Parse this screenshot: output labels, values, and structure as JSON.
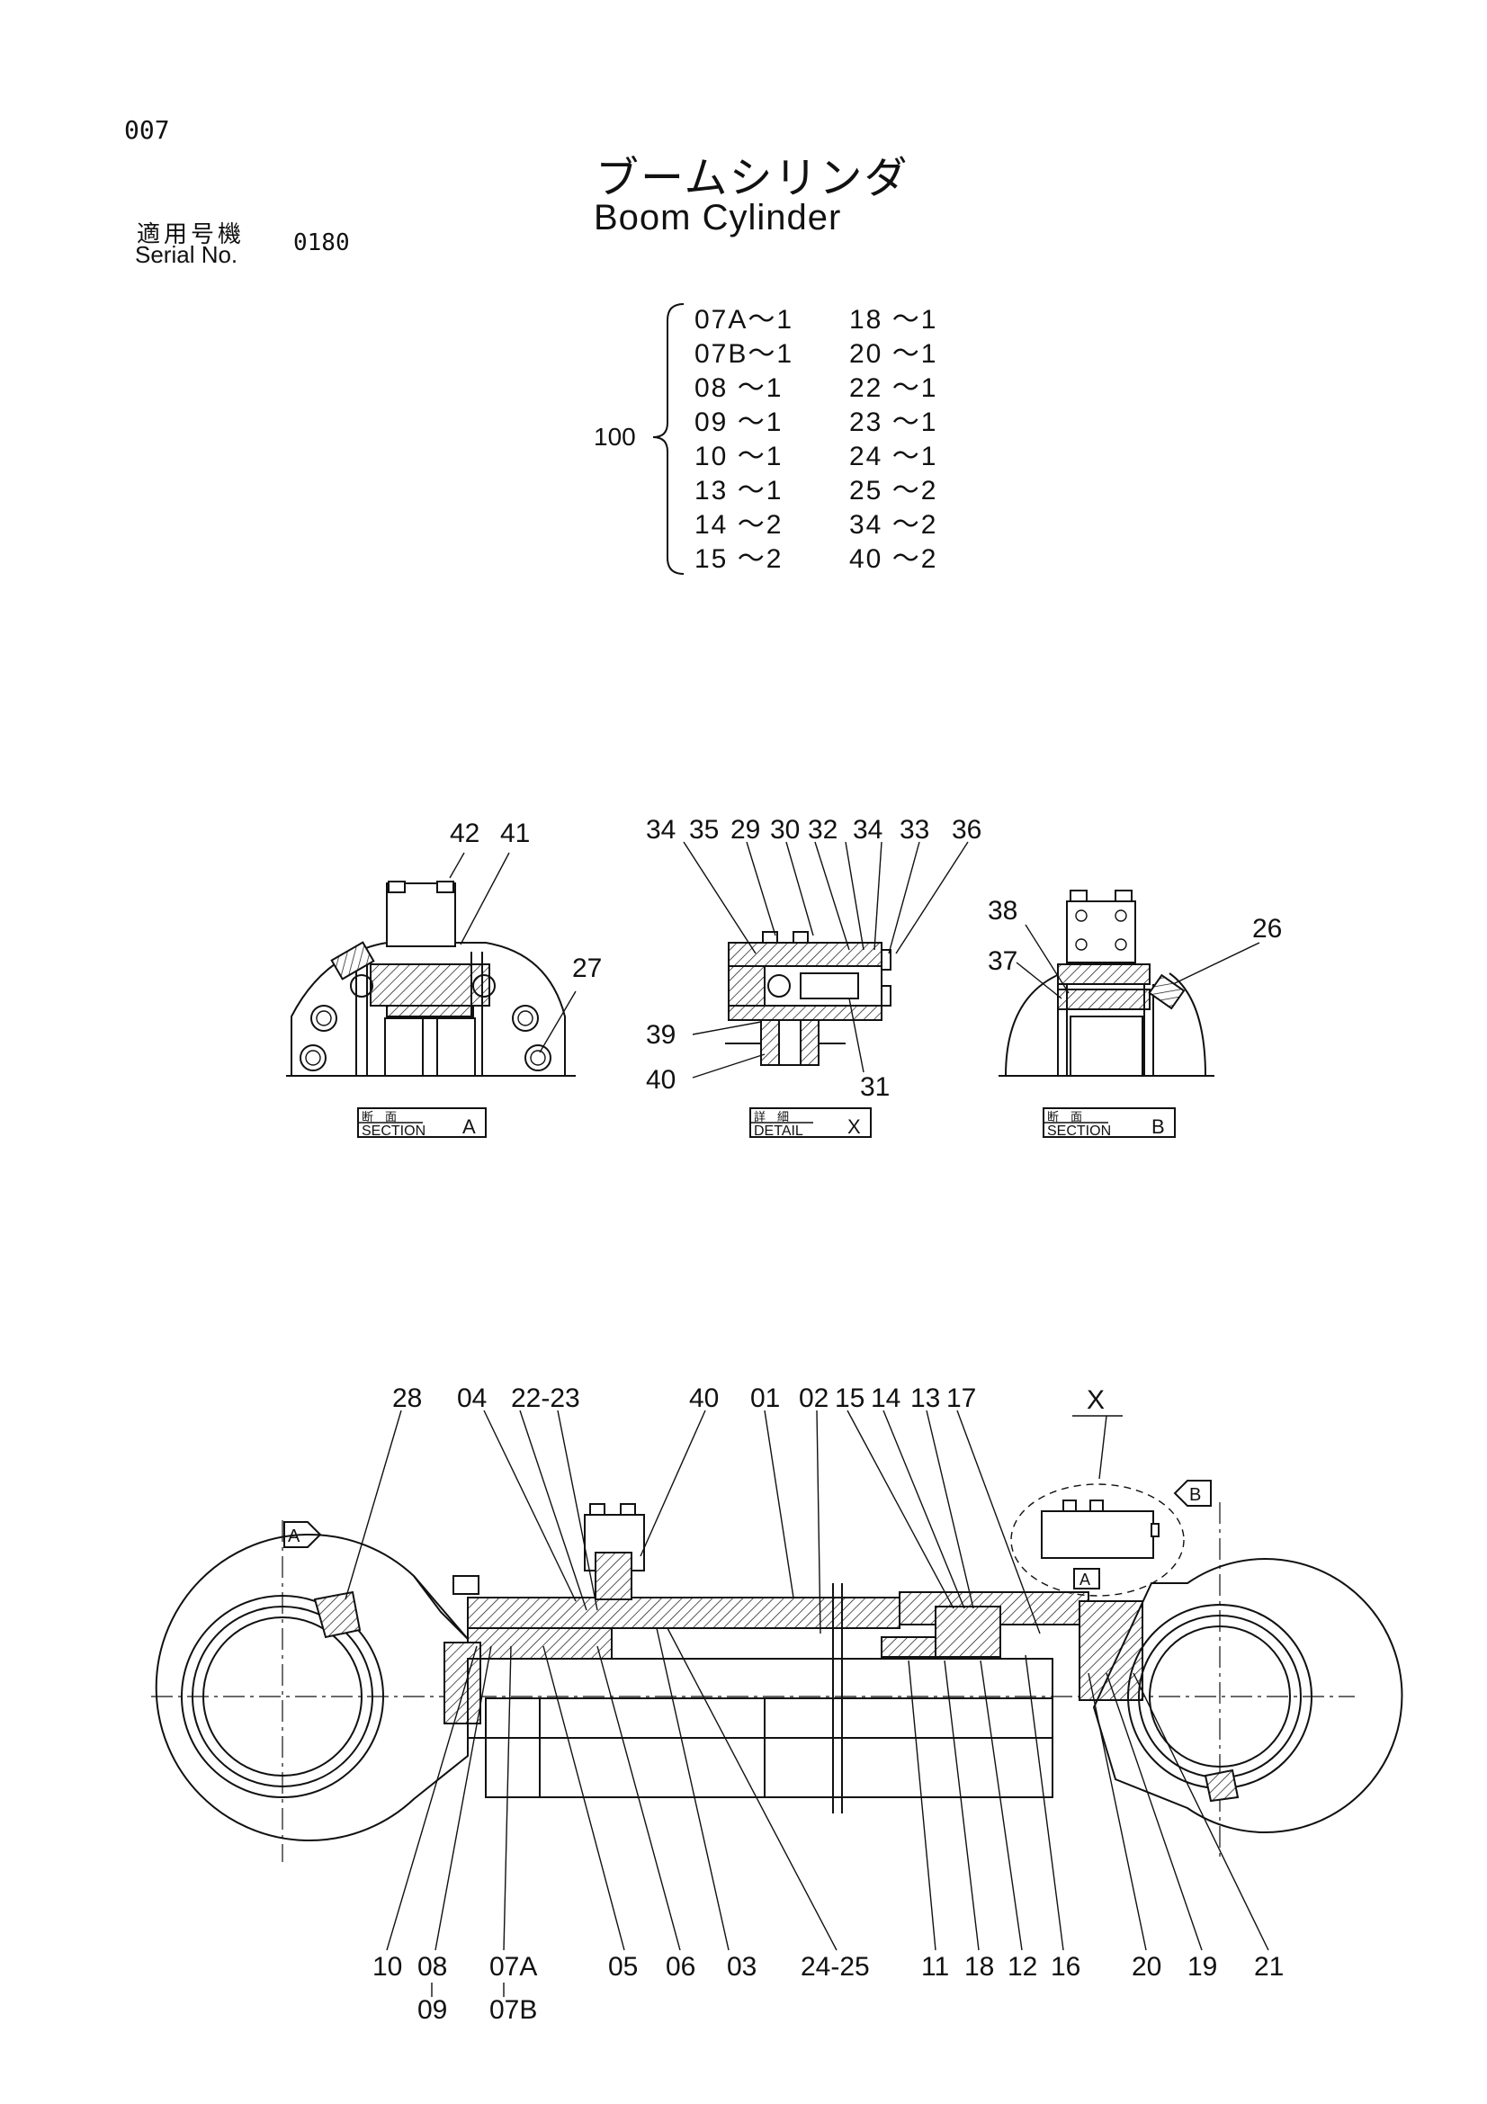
{
  "page": {
    "code": "007"
  },
  "title": {
    "jp": "ブームシリンダ",
    "en": "Boom Cylinder"
  },
  "serial": {
    "label_jp": "適用号機",
    "label_en": "Serial No.",
    "value": "0180"
  },
  "assembly": {
    "code": "100",
    "col1": [
      "07A～1",
      "07B～1",
      "08 ～1",
      "09 ～1",
      "10 ～1",
      "13 ～1",
      "14 ～2",
      "15 ～2"
    ],
    "col2": [
      "18 ～1",
      "20 ～1",
      "22 ～1",
      "23 ～1",
      "24 ～1",
      "25 ～2",
      "34 ～2",
      "40 ～2"
    ]
  },
  "section_a": {
    "jp": "断　面",
    "en": "SECTION",
    "id": "A",
    "callouts": [
      "42",
      "41",
      "27"
    ]
  },
  "detail_x": {
    "jp": "詳　細",
    "en": "DETAIL",
    "id": "X",
    "callouts": [
      "34",
      "35",
      "29",
      "30",
      "32",
      "34",
      "33",
      "36",
      "39",
      "40",
      "31"
    ]
  },
  "section_b": {
    "jp": "断　面",
    "en": "SECTION",
    "id": "B",
    "callouts": [
      "38",
      "37",
      "26"
    ]
  },
  "main": {
    "top_callouts": [
      "28",
      "04",
      "22-23",
      "40",
      "01",
      "02",
      "15",
      "14",
      "13",
      "17",
      "X"
    ],
    "bottom_callouts": [
      "10",
      "08",
      "09",
      "07A",
      "07B",
      "05",
      "06",
      "03",
      "24-25",
      "11",
      "18",
      "12",
      "16",
      "20",
      "19",
      "21"
    ],
    "markers": [
      "A",
      "B",
      "A"
    ]
  }
}
